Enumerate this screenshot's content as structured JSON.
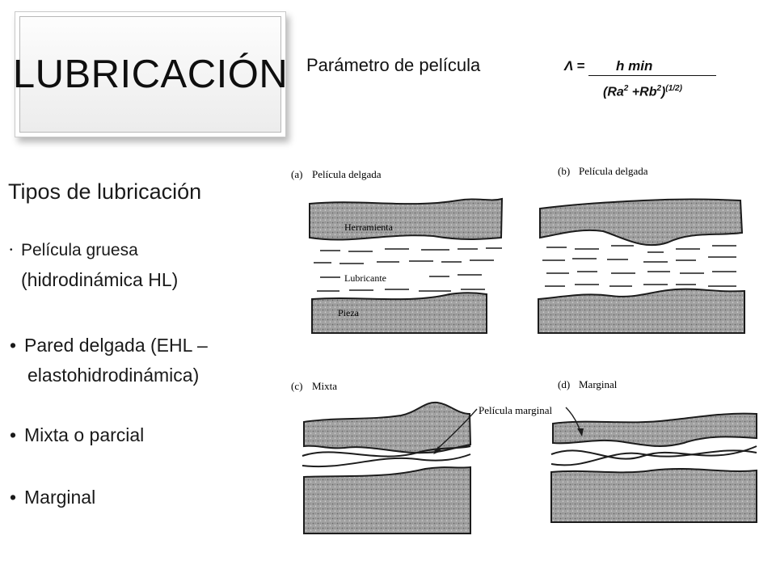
{
  "slide": {
    "title": "LUBRICACIÓN",
    "parameter": {
      "label": "Parámetro de película",
      "lhs": "Λ =",
      "numerator": "h min",
      "denominator_parts": [
        "(Ra",
        "2",
        " +Rb",
        "2",
        ")",
        "(1/2)"
      ]
    },
    "types_title": "Tipos de lubricación",
    "bullets": [
      {
        "line1": "Película gruesa",
        "line2": "(hidrodinámica HL)"
      },
      {
        "line1": "Pared delgada (EHL –",
        "line2": "elastohidrodinámica)"
      },
      {
        "line1": "Mixta o parcial"
      },
      {
        "line1": "Marginal"
      }
    ]
  },
  "figure": {
    "panels": [
      {
        "tag": "(a)",
        "caption": "Película delgada",
        "labels": [
          "Herramienta",
          "Lubricante",
          "Pieza"
        ]
      },
      {
        "tag": "(b)",
        "caption": "Película delgada"
      },
      {
        "tag": "(c)",
        "caption": "Mixta"
      },
      {
        "tag": "(d)",
        "caption": "Marginal"
      }
    ],
    "callout": "Película marginal",
    "colors": {
      "surface": "#9b9b9b",
      "line": "#1c1c1c"
    }
  }
}
